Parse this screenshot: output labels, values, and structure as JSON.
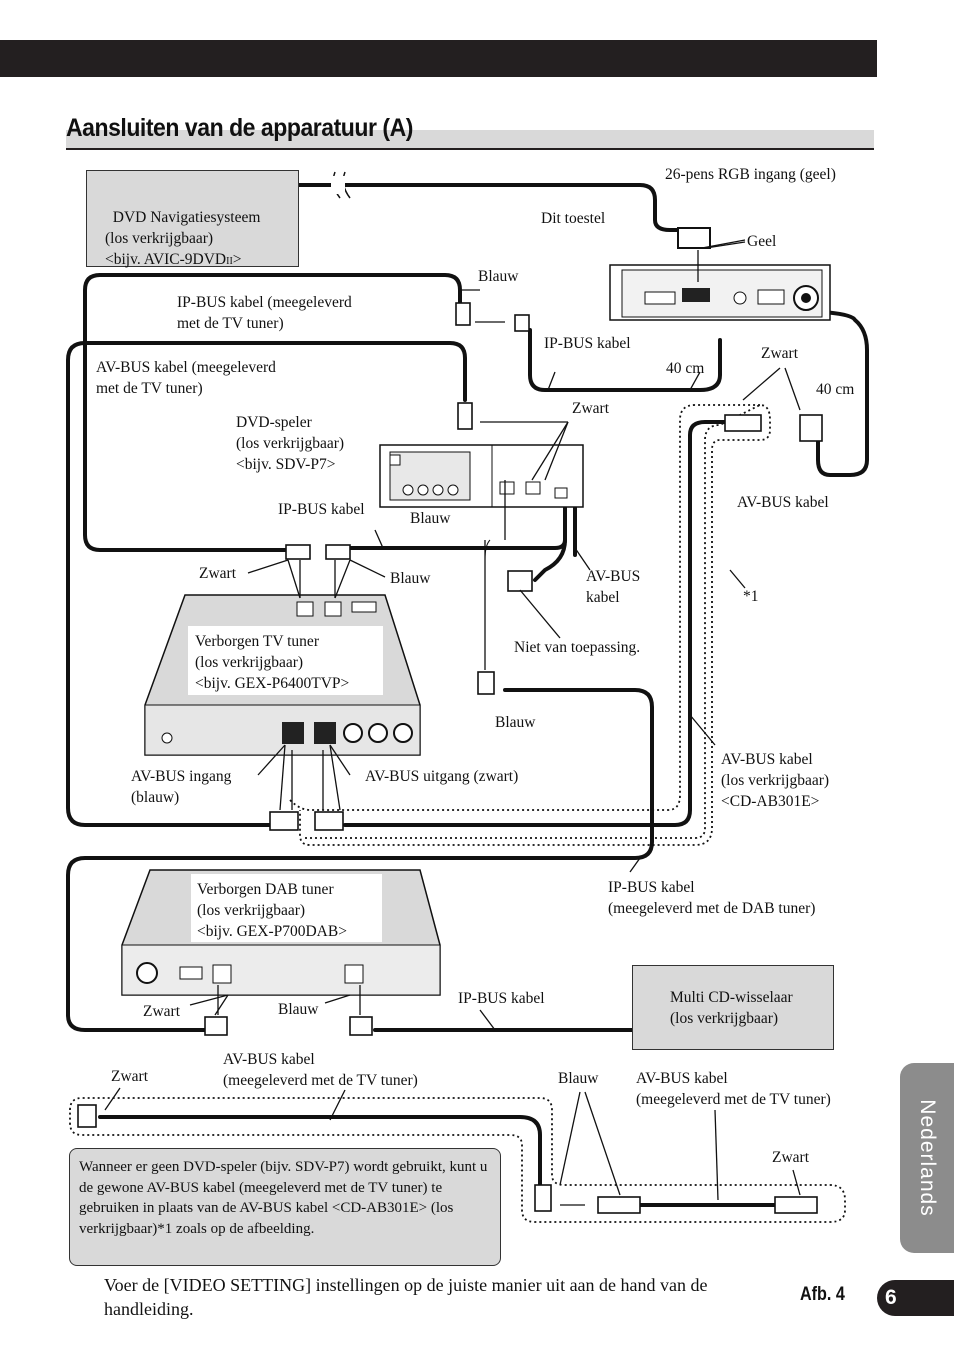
{
  "header": {
    "title": "Aansluiten van de apparatuur (A)"
  },
  "labels": {
    "dvd_nav": "DVD Navigatiesysteem\n(los verkrijgbaar)\n<bijv. AVIC-9DVD",
    "dvd_nav_suffix": "II",
    "dvd_nav_end": ">",
    "rgb": "26-pens RGB ingang (geel)",
    "dit_toestel": "Dit toestel",
    "geel": "Geel",
    "blauw_1": "Blauw",
    "ipbus_tv": "IP-BUS kabel (meegeleverd\nmet de TV tuner)",
    "ipbus_1": "IP-BUS kabel",
    "avbus_tv": "AV-BUS kabel (meegeleverd\nmet de TV tuner)",
    "zwart_1": "Zwart",
    "len_40_1": "40 cm",
    "len_40_2": "40 cm",
    "dvd_speler": "DVD-speler\n(los verkrijgbaar)\n<bijv. SDV-P7>",
    "zwart_2": "Zwart",
    "avbus_1": "AV-BUS kabel",
    "ipbus_2": "IP-BUS kabel",
    "blauw_2": "Blauw",
    "zwart_3": "Zwart",
    "blauw_3": "Blauw",
    "avbus_2": "AV-BUS\nkabel",
    "star1": "*1",
    "niet": "Niet van toepassing.",
    "tv_tuner": "Verborgen TV tuner\n(los verkrijgbaar)\n<bijv. GEX-P6400TVP>",
    "blauw_4": "Blauw",
    "avbus_ingang": "AV-BUS ingang\n(blauw)",
    "avbus_uitgang": "AV-BUS uitgang (zwart)",
    "avbus_cd": "AV-BUS kabel\n(los verkrijgbaar)\n<CD-AB301E>",
    "ipbus_dab": "IP-BUS kabel\n(meegeleverd met de DAB tuner)",
    "dab_tuner": "Verborgen DAB tuner\n(los verkrijgbaar)\n<bijv. GEX-P700DAB>",
    "zwart_4": "Zwart",
    "blauw_5": "Blauw",
    "ipbus_3": "IP-BUS kabel",
    "multi_cd": "Multi CD-wisselaar\n(los verkrijgbaar)",
    "zwart_5": "Zwart",
    "avbus_tv2": "AV-BUS kabel\n(meegeleverd met de TV tuner)",
    "blauw_6": "Blauw",
    "avbus_tv3": "AV-BUS kabel\n(meegeleverd met de TV tuner)",
    "zwart_6": "Zwart"
  },
  "note": "Wanneer er geen DVD-speler (bijv. SDV-P7) wordt gebruikt, kunt u de gewone AV-BUS kabel (meegeleverd met de TV tuner) te gebruiken in plaats van de AV-BUS kabel <CD-AB301E> (los verkrijgbaar)*1 zoals op de afbeelding.",
  "footer": {
    "text": "Voer de [VIDEO SETTING] instellingen op de juiste manier uit aan de hand van de handleiding.",
    "figure": "Afb. 4",
    "page": "6",
    "language": "Nederlands"
  }
}
